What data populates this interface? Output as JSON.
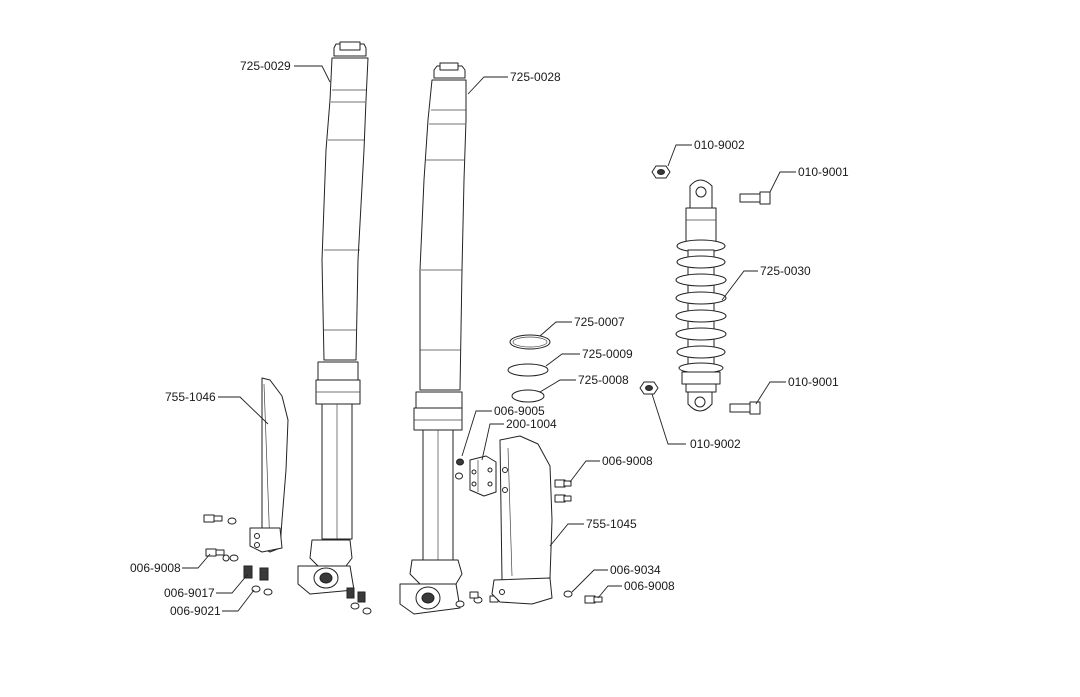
{
  "callouts": {
    "fork_tube_left": "725-0029",
    "fork_tube_right": "725-0028",
    "nut_top": "010-9002",
    "bolt_top": "010-9001",
    "shock": "725-0030",
    "ring": "725-0007",
    "disc_1": "725-0009",
    "disc_2": "725-0008",
    "bolt_bottom": "010-9001",
    "nut_bottom": "010-9002",
    "guard_left": "755-1046",
    "screw_a": "006-9005",
    "bracket": "200-1004",
    "screw_b": "006-9008",
    "guard_right": "755-1045",
    "screw_c": "006-9034",
    "screw_d": "006-9008",
    "screw_left_1": "006-9008",
    "screw_left_2": "006-9017",
    "washer_left": "006-9021"
  }
}
